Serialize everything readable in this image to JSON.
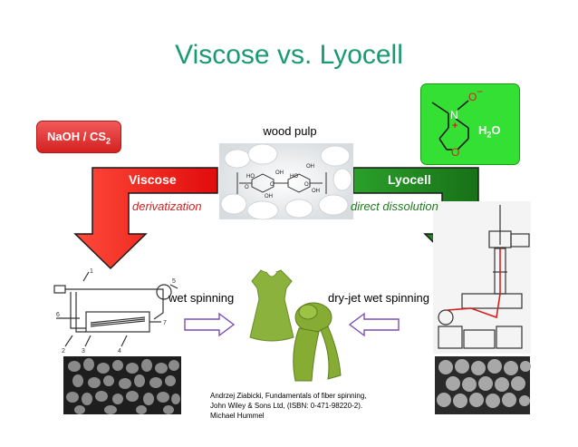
{
  "slide": {
    "title": "Viscose vs. Lyocell",
    "naoh_box": {
      "text": "NaOH / CS",
      "subscript": "2"
    },
    "nmmo_box": {
      "h2o_text": "H",
      "h2o_sub": "2",
      "h2o_tail": "O",
      "atom_n": "N",
      "atom_o_top": "O",
      "atom_o_ring": "O",
      "charge_plus": "+",
      "charge_minus": "−"
    },
    "pulp_label": "wood pulp",
    "viscose_label": "Viscose",
    "lyocell_label": "Lyocell",
    "derivatization": "derivatization",
    "direct_dissolution": "direct dissolution",
    "wet_spinning": "wet spinning",
    "dry_jet_wet_spinning": "dry-jet wet spinning",
    "citation": [
      "Andrzej Ziabicki, Fundamentals of fiber spinning,",
      "John Wiley & Sons Ltd, (ISBN: 0-471-98220-2).",
      "Michael Hummel"
    ],
    "cellulose_atoms": [
      "HO",
      "OH",
      "O",
      "OH",
      "O",
      "HO",
      "OH",
      "O",
      "OH"
    ],
    "spinning_diagram_labels": [
      "1",
      "6",
      "2",
      "3",
      "4",
      "5",
      "7"
    ],
    "colors": {
      "title": "#1a9a72",
      "viscose_red": "#e01818",
      "lyocell_green": "#1e8a1e",
      "fabric_green": "#8ab23c",
      "flow_arrow": "#7b4fb8"
    },
    "icons": [
      "viscose-arrow-icon",
      "lyocell-arrow-icon",
      "flow-arrow-right-icon",
      "flow-arrow-left-icon",
      "dress-icon",
      "scarf-icon"
    ]
  }
}
